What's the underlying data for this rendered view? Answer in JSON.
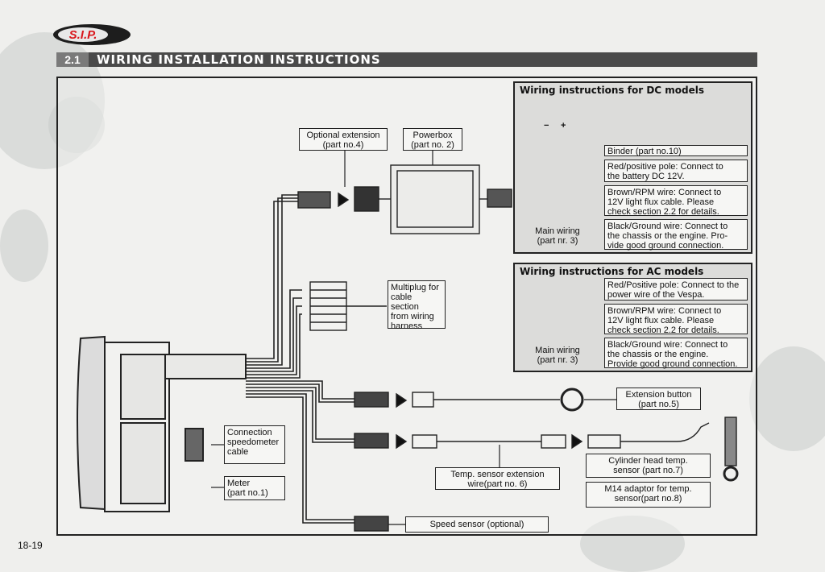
{
  "brand": {
    "logo_text": "S.I.P."
  },
  "section": {
    "number": "2.1",
    "title": "WIRING INSTALLATION INSTRUCTIONS"
  },
  "page_number": "18-19",
  "labels": {
    "optional_extension": "Optional extension\n(part no.4)",
    "powerbox": "Powerbox\n(part no. 2)",
    "multiplug": "Multiplug for\ncable section\nfrom wiring\nharness",
    "connection_cable": "Connection\nspeedometer\ncable",
    "meter": "Meter\n(part no.1)",
    "extension_button": "Extension button\n(part no.5)",
    "temp_sensor_ext": "Temp. sensor extension\nwire(part no. 6)",
    "cyl_head_temp": "Cylinder head temp.\nsensor (part no.7)",
    "m14_adaptor": "M14 adaptor for temp.\nsensor(part no.8)",
    "speed_sensor": "Speed sensor (optional)"
  },
  "dc_panel": {
    "title": "Wiring instructions for DC models",
    "binder": "Binder (part no.10)",
    "red": "Red/positive pole: Connect to\nthe battery DC 12V.",
    "brown": "Brown/RPM wire: Connect to\n12V light flux cable. Please\ncheck section 2.2 for details.",
    "black": "Black/Ground wire: Connect to\nthe chassis or the engine. Pro-\nvide good ground connection.",
    "main_wiring": "Main wiring\n(part nr. 3)",
    "battery_minus": "−",
    "battery_plus": "+"
  },
  "ac_panel": {
    "title": "Wiring instructions for AC models",
    "red": "Red/Positive pole: Connect to the\npower wire of the Vespa.",
    "brown": "Brown/RPM wire: Connect to\n12V light flux cable. Please\ncheck section 2.2 for details.",
    "black": "Black/Ground wire: Connect to\nthe chassis or the engine.\nProvide good ground connection.",
    "main_wiring": "Main wiring\n(part nr. 3)"
  },
  "colors": {
    "section_bar": "#4a4a4a",
    "logo_red": "#d9161c",
    "panel_bg": "#dcdcda"
  }
}
